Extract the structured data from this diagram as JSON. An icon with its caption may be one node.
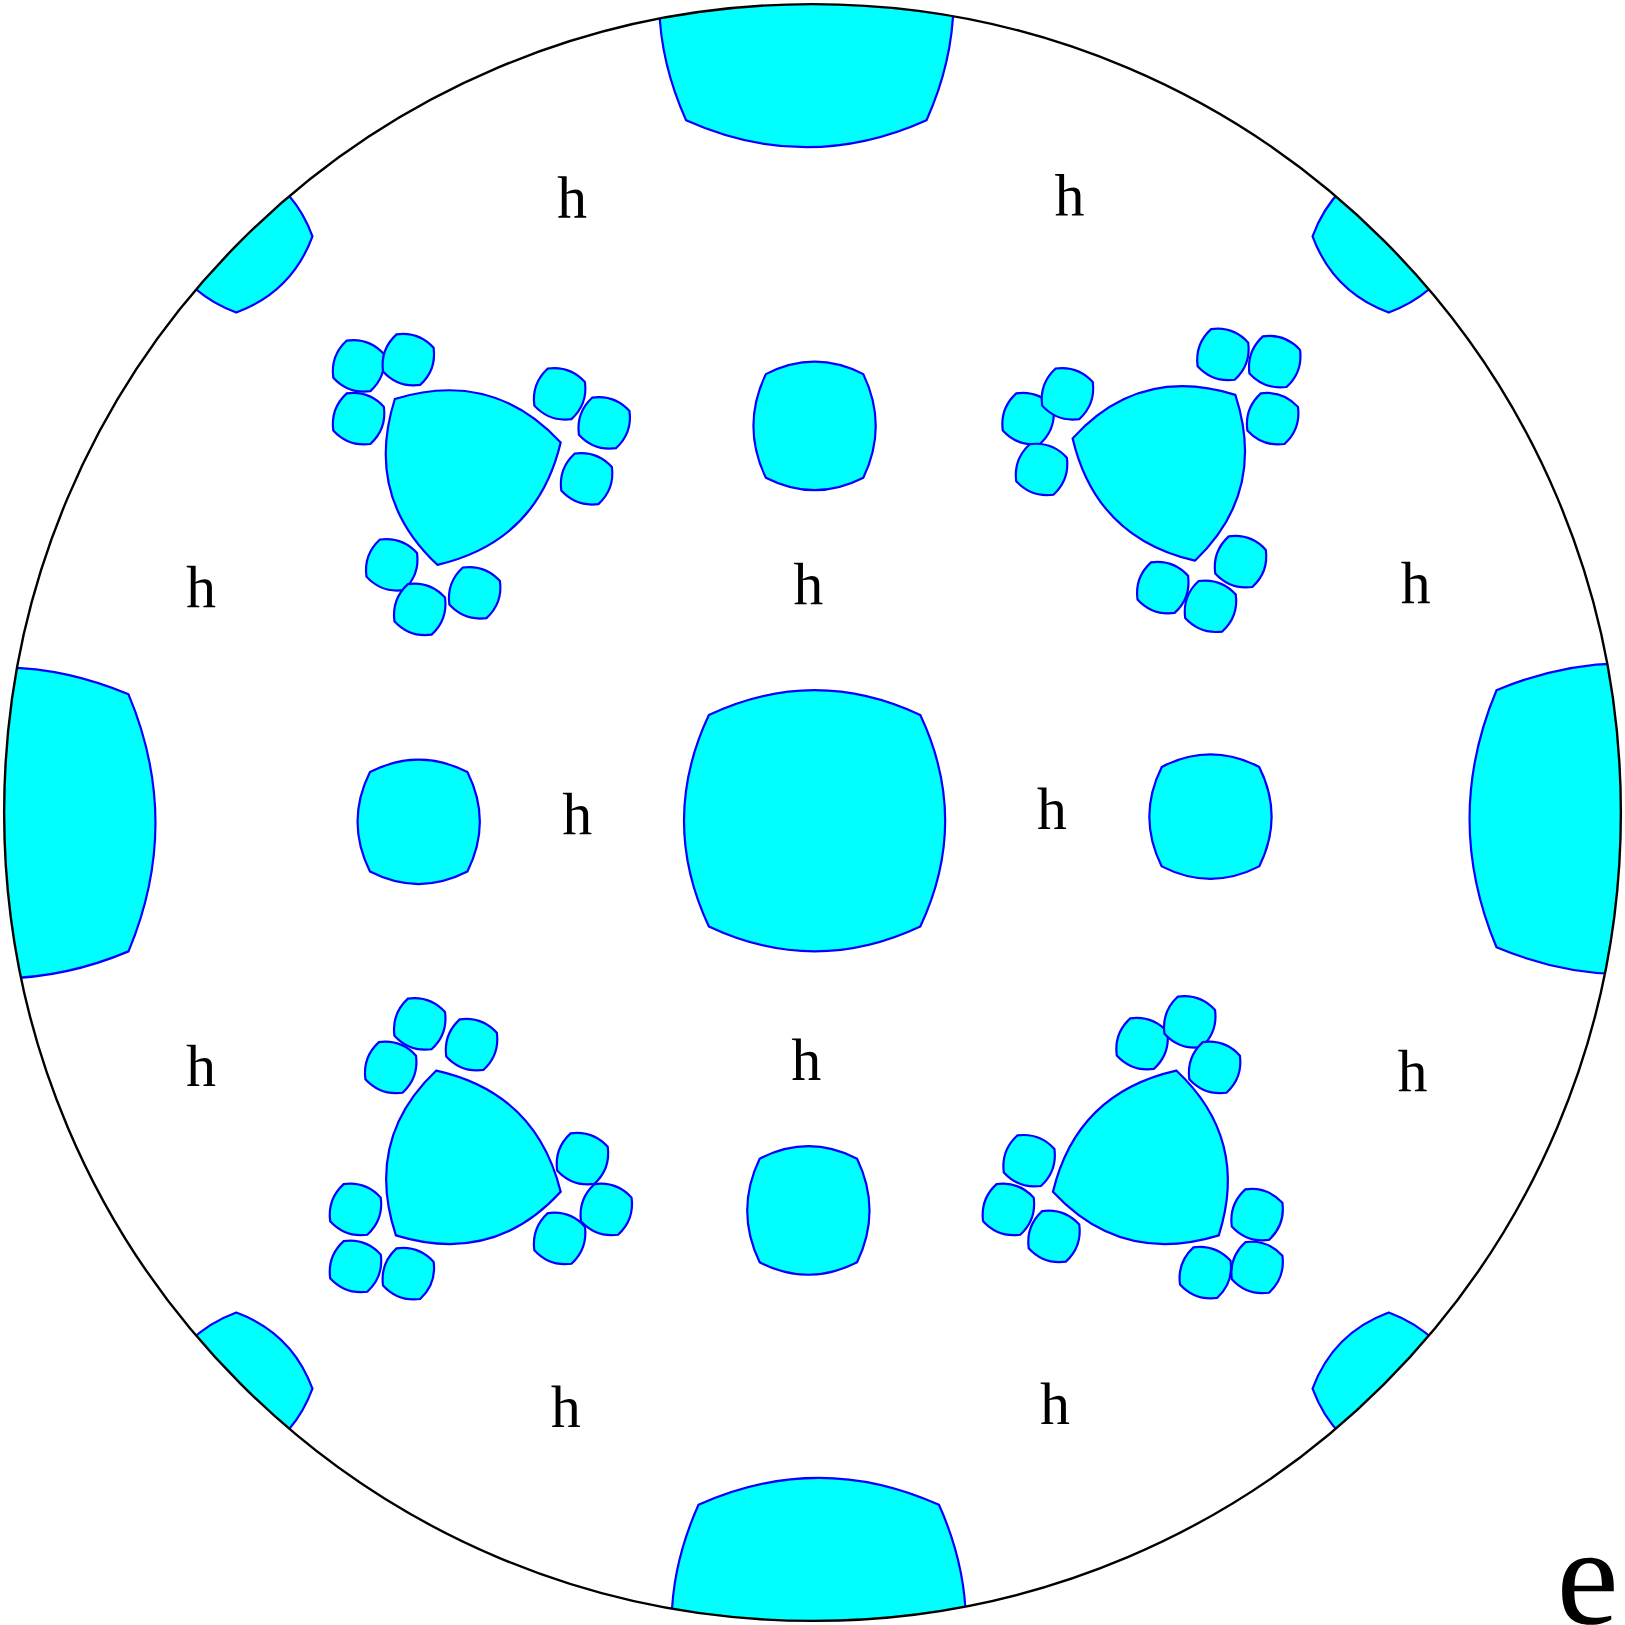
{
  "diagram": {
    "labels": [
      "h",
      "h",
      "h",
      "h",
      "h",
      "h",
      "h",
      "h",
      "h",
      "h",
      "h",
      "h",
      "e"
    ]
  }
}
